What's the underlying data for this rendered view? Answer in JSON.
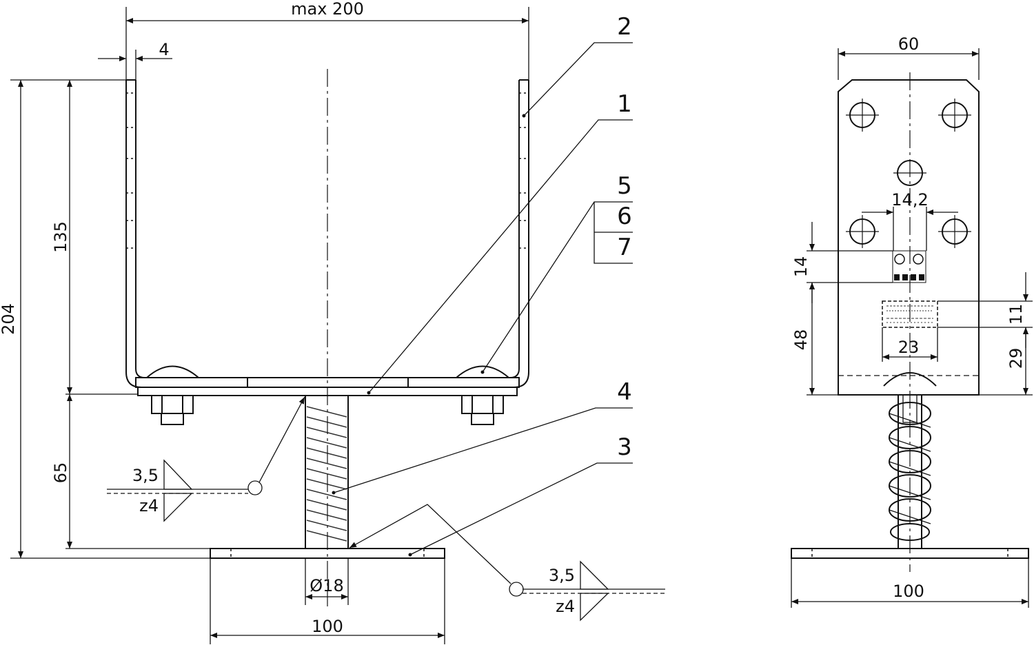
{
  "front_view": {
    "dimensions": {
      "width_max": "max 200",
      "wall_thickness": "4",
      "total_height": "204",
      "bracket_height": "135",
      "stem_height": "65",
      "stem_diameter": "Ø18",
      "base_width": "100"
    },
    "part_numbers": [
      "2",
      "1",
      "5",
      "6",
      "7",
      "4",
      "3"
    ],
    "weld_upper": {
      "size": "3,5",
      "count": "z4"
    },
    "weld_lower": {
      "size": "3,5",
      "count": "z4"
    }
  },
  "side_view": {
    "dimensions": {
      "plate_width": "60",
      "hole_spacing": "14,2",
      "stamp_height": "14",
      "slot_offset": "48",
      "label_height": "11",
      "label_width": "23",
      "label_offset": "29",
      "base_width": "100"
    }
  },
  "icons": {
    "weld_symbol": "fillet-weld-triangle-icon",
    "reference_circle": "weld-reference-circle-icon",
    "leader_arrow": "leader-arrow-icon"
  },
  "colors": {
    "line": "#111111",
    "background": "#ffffff",
    "hatch": "#333333"
  }
}
